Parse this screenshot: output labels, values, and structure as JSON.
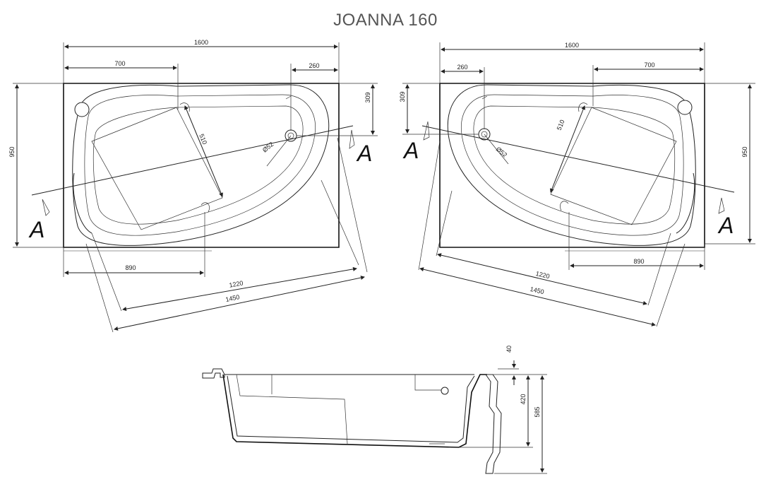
{
  "title": "JOANNA 160",
  "left_view": {
    "dim_total_width": "1600",
    "dim_seat_width": "700",
    "dim_drain_offset": "260",
    "dim_drain_depth": "309",
    "dim_height": "950",
    "dim_seat_depth": "510",
    "dim_drain_diameter": "Ø52",
    "dim_bottom_left": "890",
    "dim_diag_inner": "1220",
    "dim_diag_outer": "1450",
    "section_label_left": "A",
    "section_label_right": "A"
  },
  "right_view": {
    "dim_total_width": "1600",
    "dim_seat_width": "700",
    "dim_drain_offset": "260",
    "dim_drain_depth": "309",
    "dim_height": "950",
    "dim_seat_depth": "510",
    "dim_drain_diameter": "Ø52",
    "dim_bottom_right": "890",
    "dim_diag_inner": "1220",
    "dim_diag_outer": "1450",
    "section_label_left": "A",
    "section_label_right": "A"
  },
  "section_view": {
    "dim_rim": "40",
    "dim_inner_depth": "420",
    "dim_total_height": "585"
  }
}
